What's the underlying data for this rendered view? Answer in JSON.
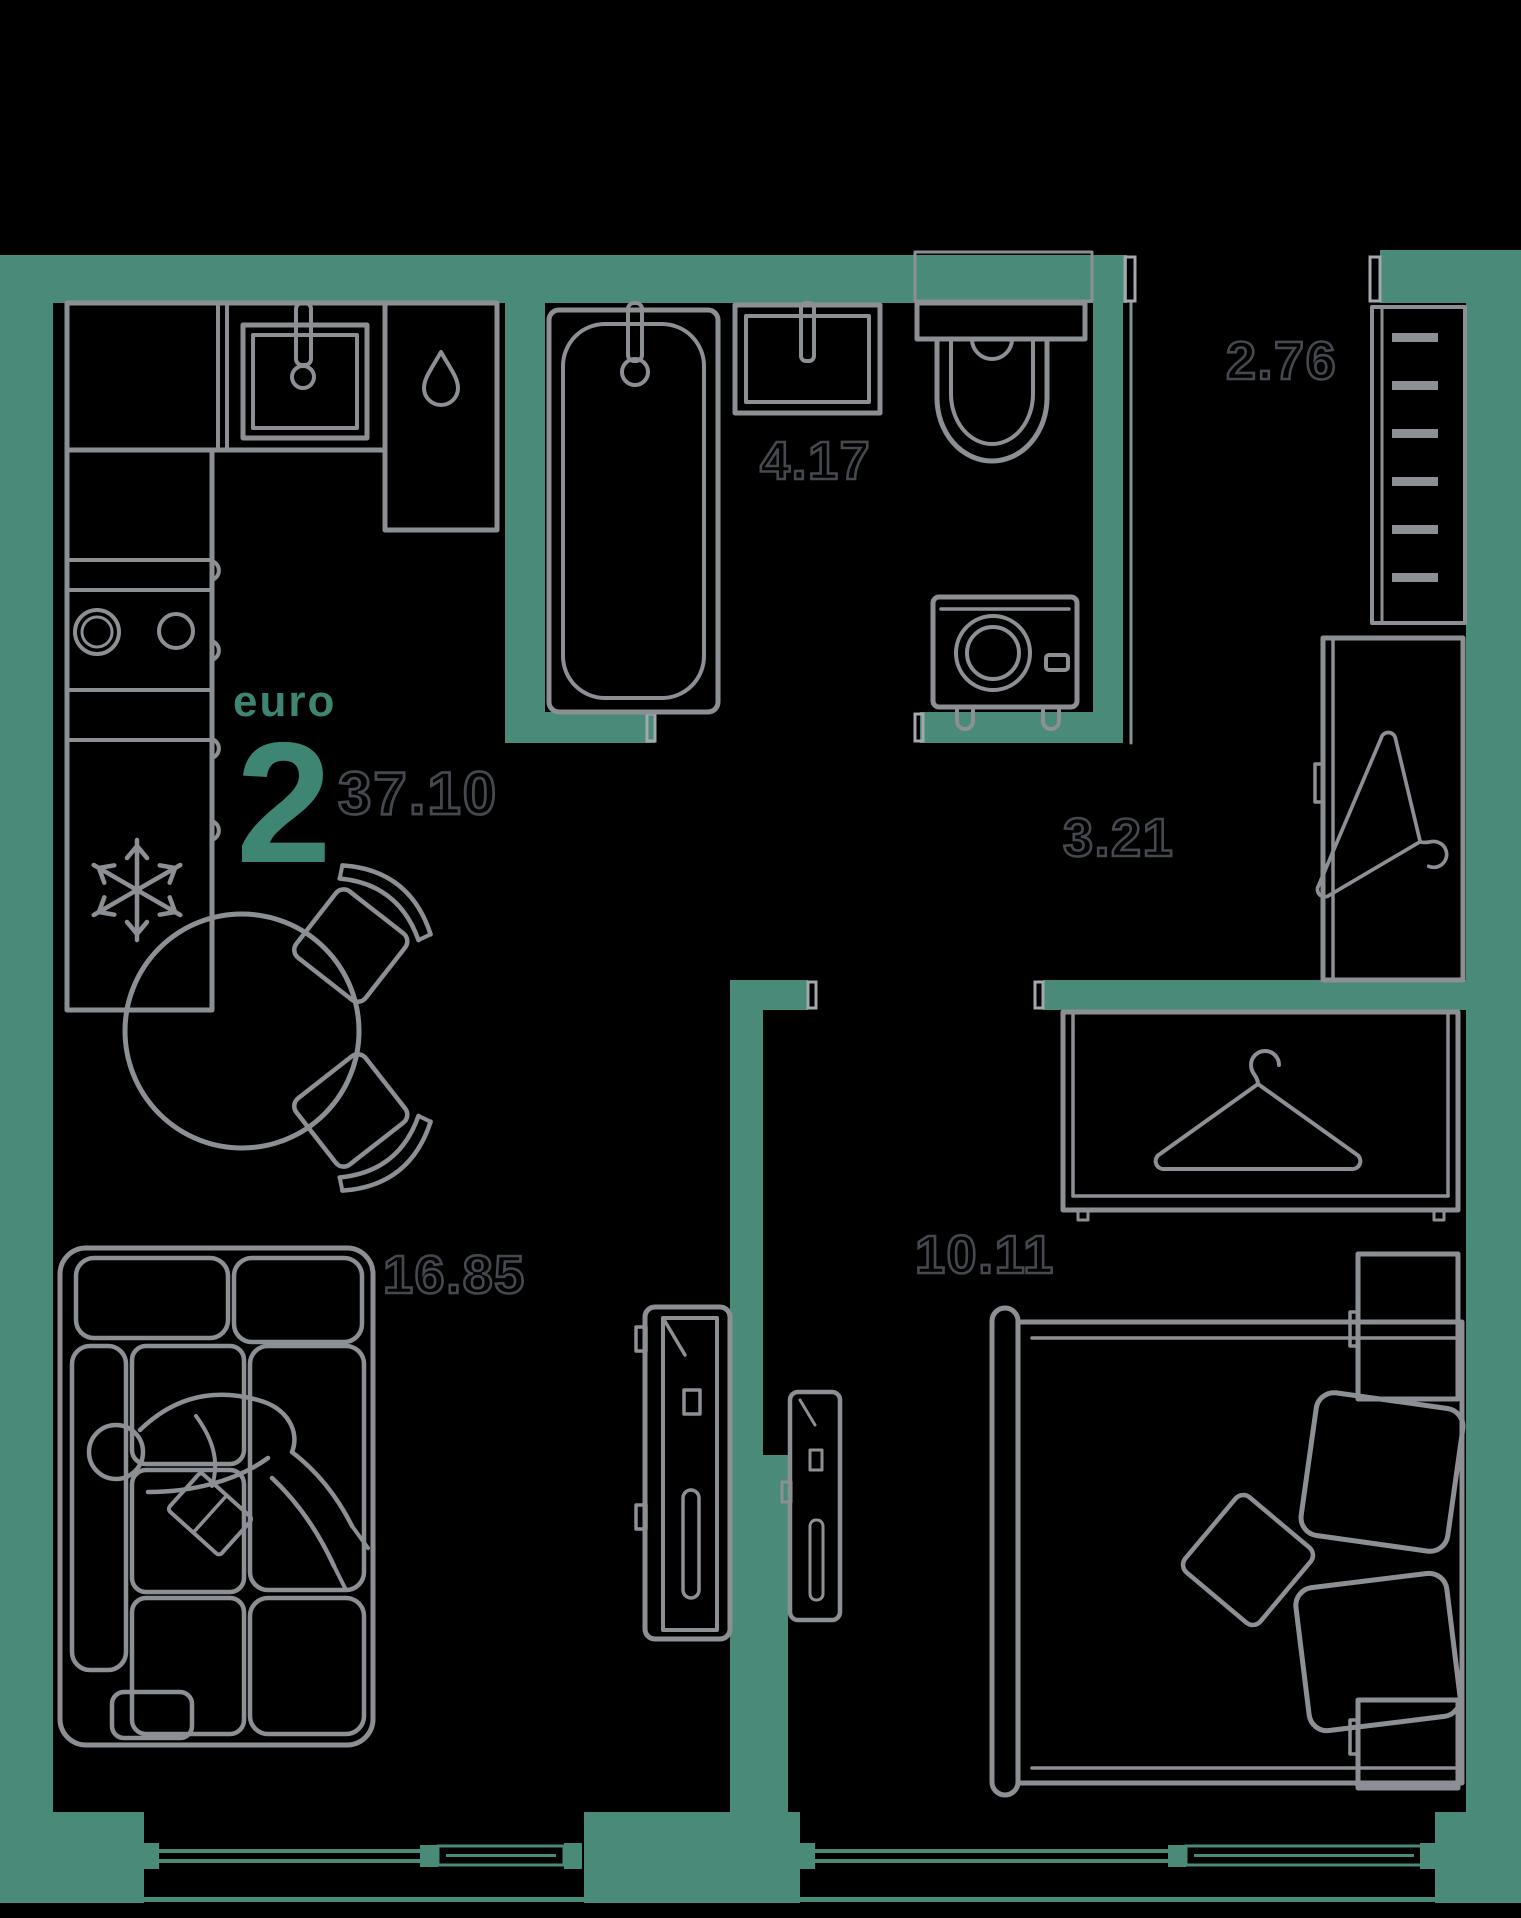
{
  "plan": {
    "title": {
      "type_label": "euro",
      "rooms_count": "2",
      "total_area": "37.10"
    },
    "rooms": [
      {
        "id": "living-kitchen",
        "area": "16.85"
      },
      {
        "id": "bedroom",
        "area": "10.11"
      },
      {
        "id": "bathroom",
        "area": "4.17"
      },
      {
        "id": "hallway",
        "area": "3.21"
      },
      {
        "id": "entrance-hall",
        "area": "2.76"
      }
    ],
    "icons": [
      "snowflake-icon",
      "water-drop-icon",
      "hanger-icon",
      "stove-burners-icon"
    ],
    "colors": {
      "background": "#000000",
      "wall": "#4A8A78",
      "furniture_line": "#8C9095",
      "door_jamb": "#A2A8AD",
      "area_label_outline": "#45494F",
      "accent_text": "#3E8574"
    }
  }
}
